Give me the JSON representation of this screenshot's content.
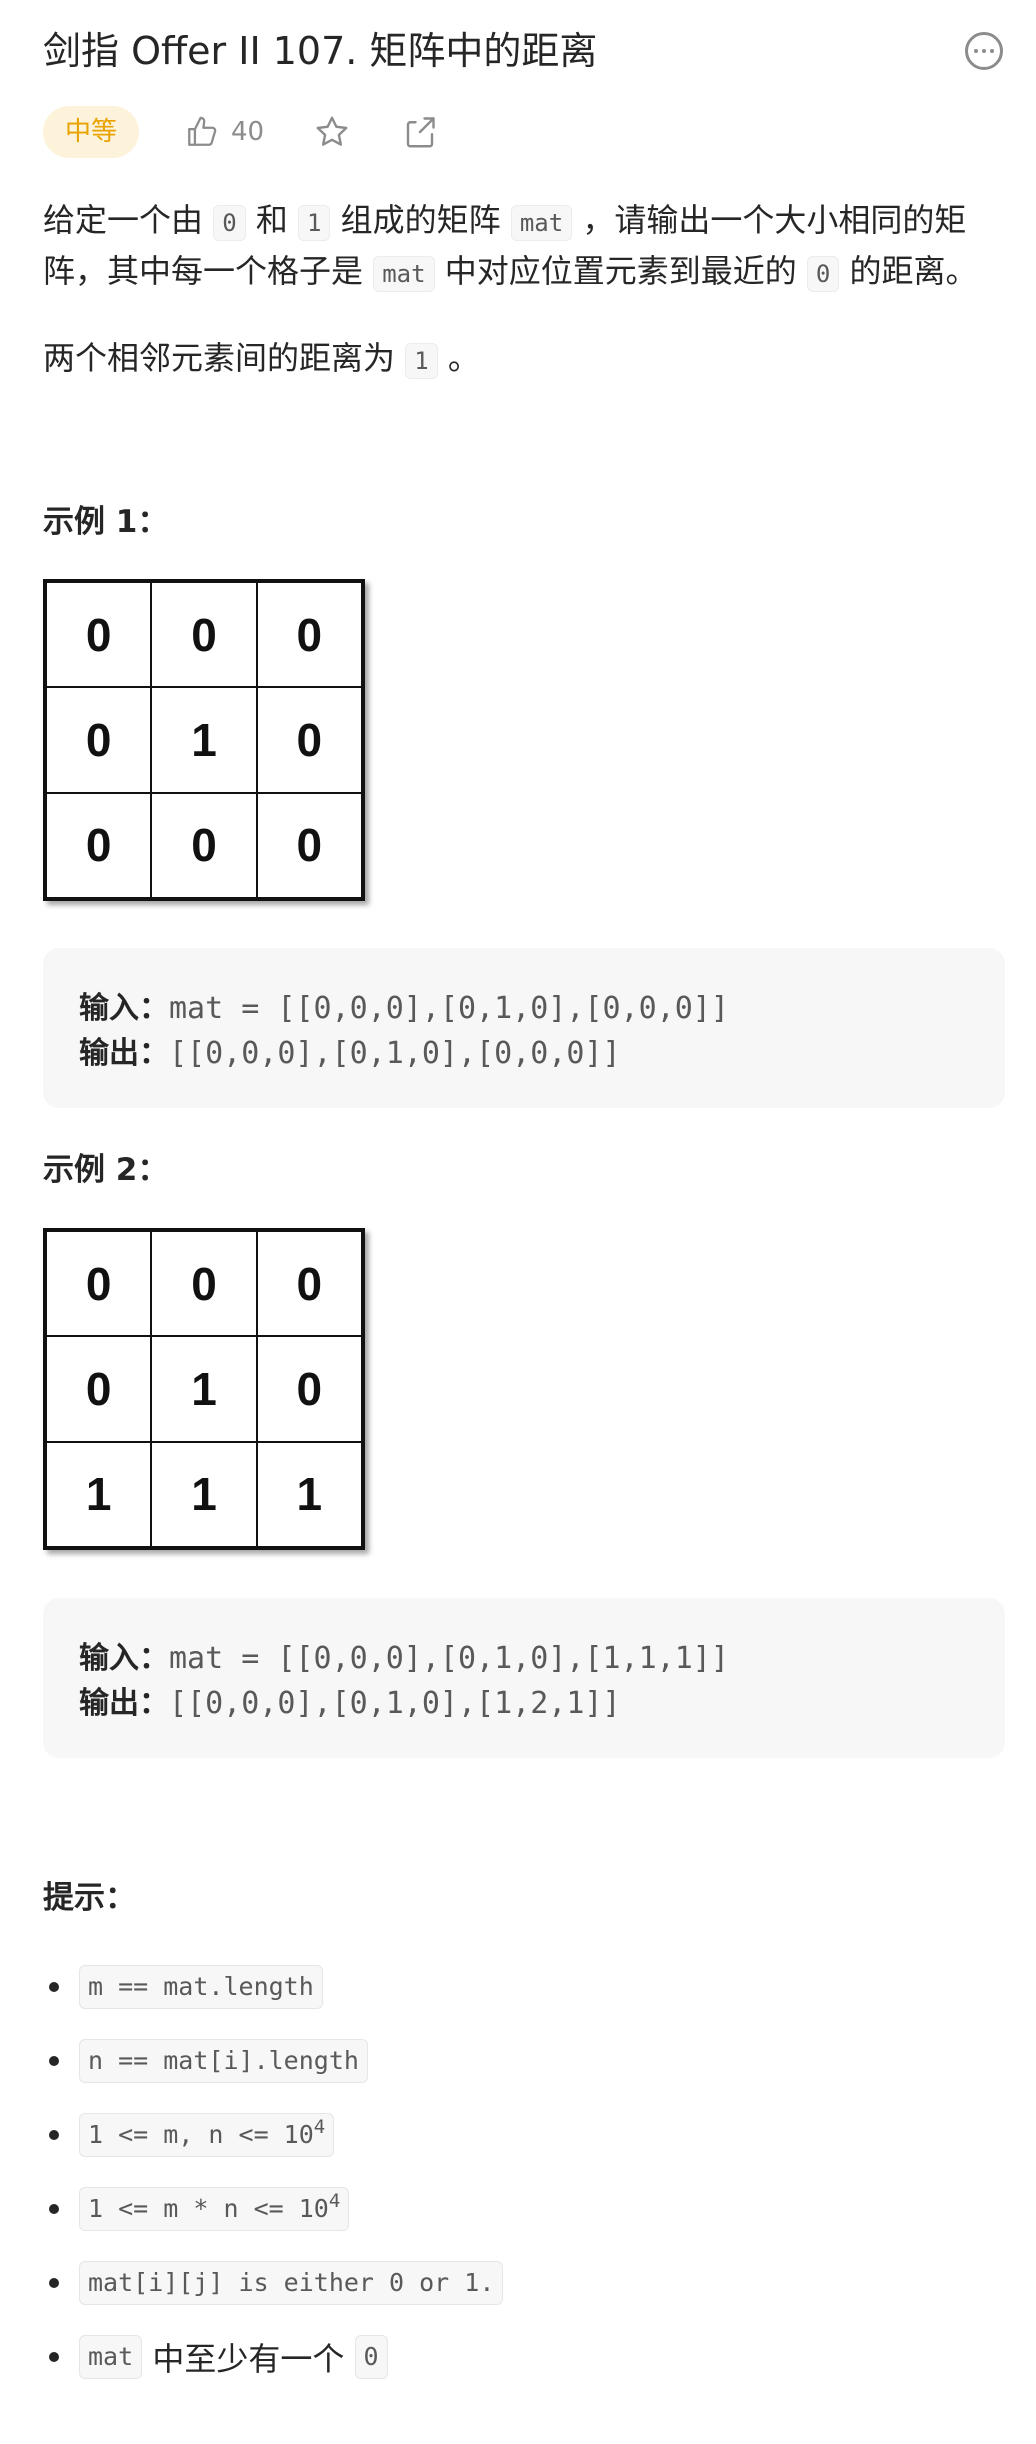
{
  "header": {
    "title": "剑指 Offer II 107. 矩阵中的距离"
  },
  "meta": {
    "difficulty": "中等",
    "like_count": "40"
  },
  "description": {
    "p1_a": "给定一个由 ",
    "p1_code1": "0",
    "p1_b": " 和 ",
    "p1_code2": "1",
    "p1_c": " 组成的矩阵 ",
    "p1_code3": "mat",
    "p1_d": " ，请输出一个大小相同的矩阵，其中每一个格子是 ",
    "p1_code4": "mat",
    "p1_e": " 中对应位置元素到最近的 ",
    "p1_code5": "0",
    "p1_f": " 的距离。",
    "p2_a": "两个相邻元素间的距离为 ",
    "p2_code": "1",
    "p2_b": " 。"
  },
  "example1": {
    "title": "示例 1：",
    "grid": [
      "0",
      "0",
      "0",
      "0",
      "1",
      "0",
      "0",
      "0",
      "0"
    ],
    "input_label": "输入：",
    "input_value": "mat = [[0,0,0],[0,1,0],[0,0,0]]",
    "output_label": "输出：",
    "output_value": "[[0,0,0],[0,1,0],[0,0,0]]"
  },
  "example2": {
    "title": "示例 2：",
    "grid": [
      "0",
      "0",
      "0",
      "0",
      "1",
      "0",
      "1",
      "1",
      "1"
    ],
    "input_label": "输入：",
    "input_value": "mat = [[0,0,0],[0,1,0],[1,1,1]]",
    "output_label": "输出：",
    "output_value": "[[0,0,0],[0,1,0],[1,2,1]]"
  },
  "hints": {
    "title": "提示：",
    "h1": "m == mat.length",
    "h2": "n == mat[i].length",
    "h3_base": "1 <= m, n <= 10",
    "h3_exp": "4",
    "h4_base": "1 <= m * n <= 10",
    "h4_exp": "4",
    "h5": "mat[i][j] is either 0 or 1.",
    "h6_code": "mat",
    "h6_text": " 中至少有一个 ",
    "h6_code2": "0"
  },
  "icons": {
    "more": "more-horizontal-icon",
    "like": "thumbs-up-icon",
    "star": "star-icon",
    "share": "share-icon"
  },
  "colors": {
    "difficulty_text": "#e8a300",
    "difficulty_bg": "#fdf2da",
    "icon_gray": "#8c8c8c"
  }
}
